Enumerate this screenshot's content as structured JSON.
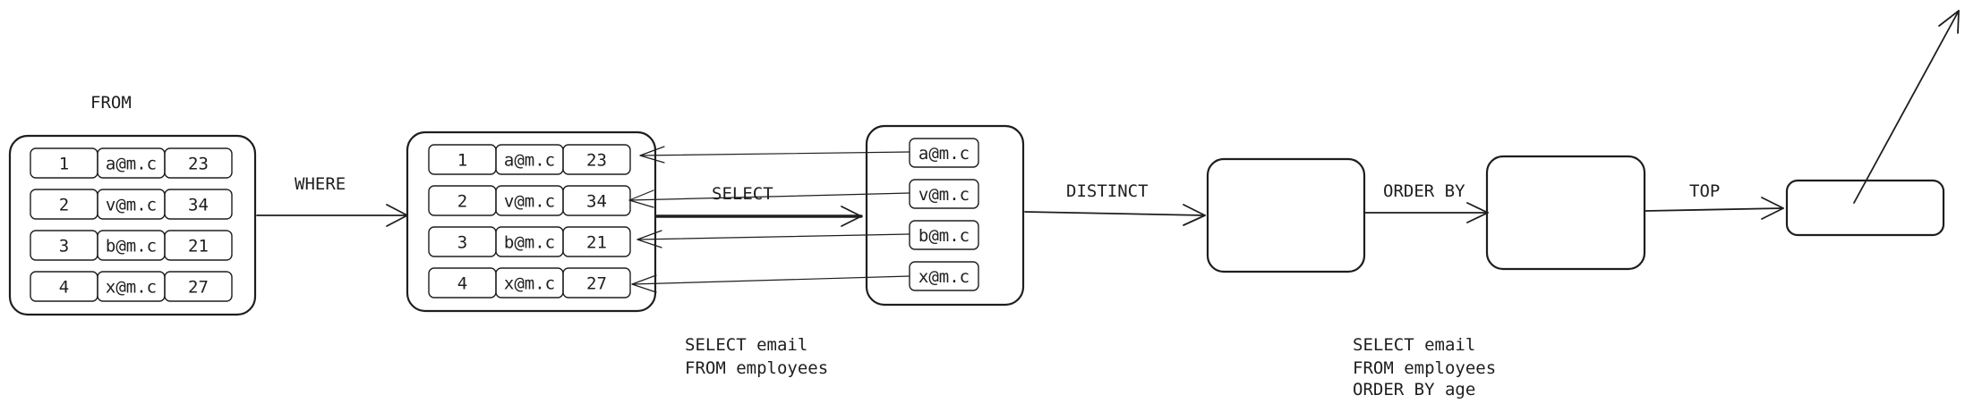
{
  "labels": {
    "from": "FROM",
    "where": "WHERE",
    "select": "SELECT",
    "distinct": "DISTINCT",
    "order_by": "ORDER BY",
    "top": "TOP"
  },
  "queries": {
    "select_query": [
      "SELECT email",
      "FROM employees"
    ],
    "ordered_query": [
      "SELECT email",
      "FROM employees",
      "ORDER BY age"
    ]
  },
  "from_table": [
    [
      "1",
      "a@m.c",
      "23"
    ],
    [
      "2",
      "v@m.c",
      "34"
    ],
    [
      "3",
      "b@m.c",
      "21"
    ],
    [
      "4",
      "x@m.c",
      "27"
    ]
  ],
  "where_table": [
    [
      "1",
      "a@m.c",
      "23"
    ],
    [
      "2",
      "v@m.c",
      "34"
    ],
    [
      "3",
      "b@m.c",
      "21"
    ],
    [
      "4",
      "x@m.c",
      "27"
    ]
  ],
  "select_column": [
    "a@m.c",
    "v@m.c",
    "b@m.c",
    "x@m.c"
  ],
  "colors": {
    "stroke": "#1e1e1e",
    "background": "#ffffff"
  }
}
